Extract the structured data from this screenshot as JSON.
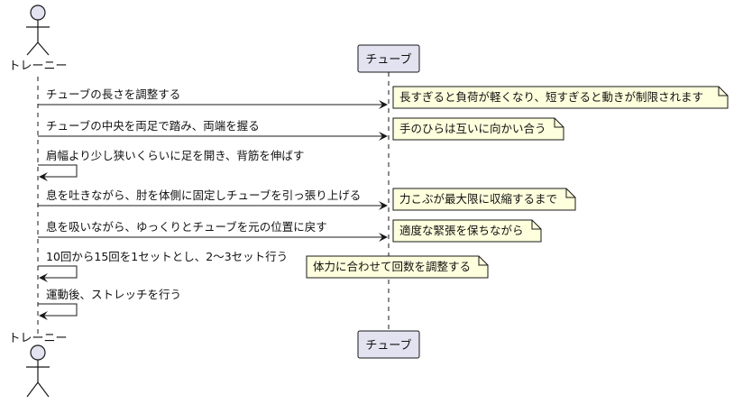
{
  "participants": {
    "actor": "トレーニー",
    "tube": "チューブ"
  },
  "messages": [
    {
      "text": "チューブの長さを調整する",
      "type": "to_tube"
    },
    {
      "text": "チューブの中央を両足で踏み、両端を握る",
      "type": "to_tube"
    },
    {
      "text": "肩幅より少し狭いくらいに足を開き、背筋を伸ばす",
      "type": "self"
    },
    {
      "text": "息を吐きながら、肘を体側に固定しチューブを引っ張り上げる",
      "type": "to_tube"
    },
    {
      "text": "息を吸いながら、ゆっくりとチューブを元の位置に戻す",
      "type": "to_tube"
    },
    {
      "text": "10回から15回を1セットとし、2〜3セット行う",
      "type": "self"
    },
    {
      "text": "運動後、ストレッチを行う",
      "type": "self"
    }
  ],
  "notes": [
    "長すぎると負荷が軽くなり、短すぎると動きが制限されます",
    "手のひらは互いに向かい合う",
    "力こぶが最大限に収縮するまで",
    "適度な緊張を保ちながら",
    "体力に合わせて回数を調整する"
  ],
  "colors": {
    "participant_fill": "#E2E2F0",
    "participant_border": "#181818",
    "note_fill": "#FEFFDD",
    "note_border": "#181818",
    "lifeline": "#181818",
    "arrow": "#181818"
  }
}
